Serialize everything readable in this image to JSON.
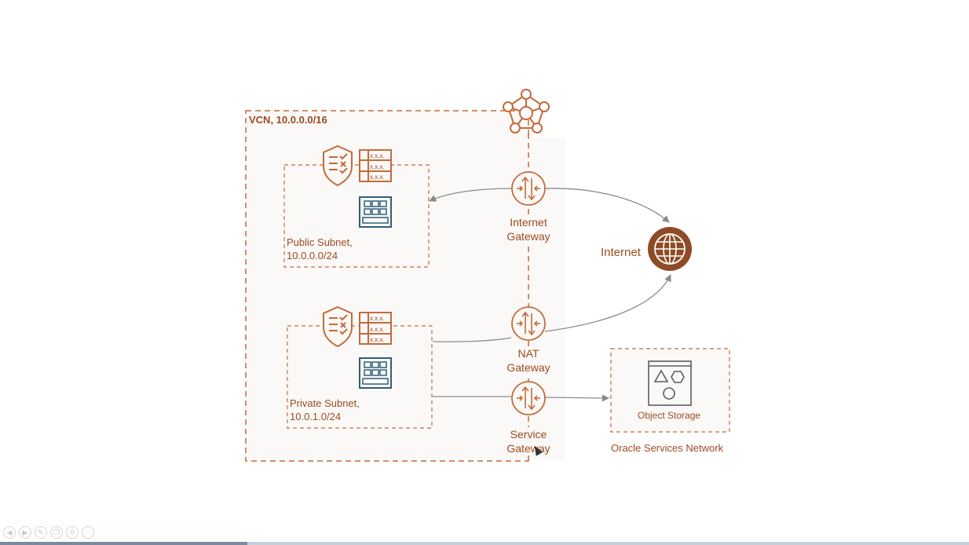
{
  "diagram": {
    "vcn_label": "VCN, 10.0.0.0/16",
    "public_subnet": {
      "line1": "Public Subnet,",
      "line2": "10.0.0.0/24"
    },
    "private_subnet": {
      "line1": "Private Subnet,",
      "line2": "10.0.1.0/24"
    },
    "internet_gateway": {
      "line1": "Internet",
      "line2": "Gateway"
    },
    "nat_gateway": {
      "line1": "NAT",
      "line2": "Gateway"
    },
    "service_gateway": {
      "line1": "Service",
      "line2": "Gateway"
    },
    "internet_label": "Internet",
    "object_storage_label": "Object Storage",
    "osn_label": "Oracle Services Network",
    "route_table_text": "x.x.x."
  },
  "colors": {
    "accent": "#c36b3b",
    "label": "#9c4a22",
    "compute": "#2f5f7a",
    "internet_fill": "#8e4b26",
    "arrow": "#8a8a8a",
    "panel_bg": "#fbf9f7"
  },
  "player": {
    "controls": [
      "back-icon",
      "play-icon",
      "pen-icon",
      "copy-icon",
      "zoom-icon",
      "more-icon"
    ],
    "progress": 0.255
  }
}
